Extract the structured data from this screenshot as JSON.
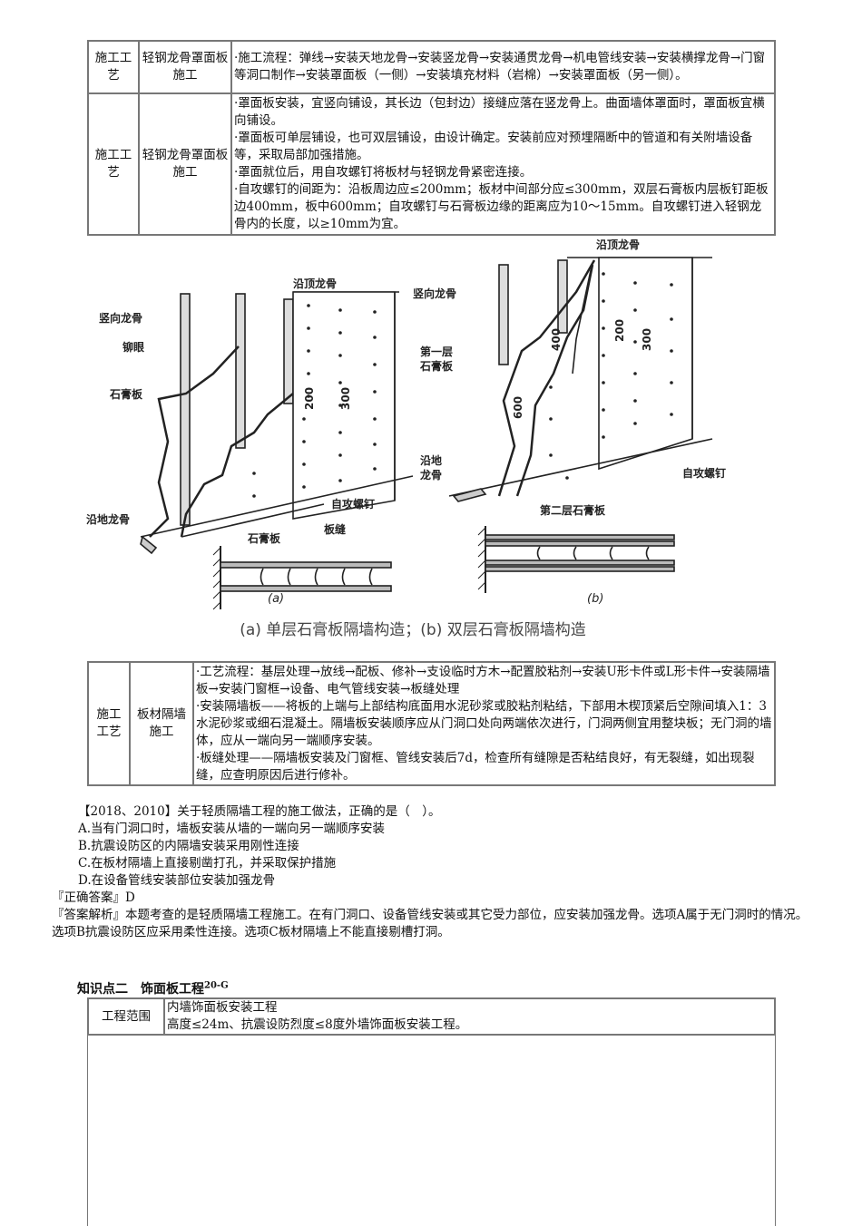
{
  "table1": {
    "rows": [
      {
        "category": "施工工艺",
        "item": "轻钢龙骨罩面板施工",
        "lines": [
          "·施工流程：弹线→安装天地龙骨→安装竖龙骨→安装通贯龙骨→机电管线安装→安装横撑龙骨→门窗等洞口制作→安装罩面板（一侧）→安装填充材料（岩棉）→安装罩面板（另一侧）。"
        ]
      },
      {
        "category": "施工工艺",
        "item": "轻钢龙骨罩面板施工",
        "lines": [
          "·罩面板安装，宜竖向铺设，其长边（包封边）接缝应落在竖龙骨上。曲面墙体罩面时，罩面板宜横向铺设。",
          "·罩面板可单层铺设，也可双层铺设，由设计确定。安装前应对预埋隔断中的管道和有关附墙设备等，采取局部加强措施。",
          "·罩面就位后，用自攻螺钉将板材与轻钢龙骨紧密连接。",
          "·自攻螺钉的间距为：沿板周边应≤200mm；板材中间部分应≤300mm，双层石膏板内层板钉距板边400mm，板中600mm；自攻螺钉与石膏板边缘的距离应为10～15mm。自攻螺钉进入轻钢龙骨内的长度，以≥10mm为宜。"
        ]
      }
    ]
  },
  "figure": {
    "panel_a": {
      "labels": [
        "竖向龙骨",
        "铆眼",
        "石膏板",
        "沿地龙骨",
        "沿顶龙骨",
        "自攻螺钉",
        "板缝",
        "石膏板"
      ],
      "dims": [
        "200",
        "300"
      ],
      "tag": "(a)"
    },
    "panel_b": {
      "labels": [
        "沿顶龙骨",
        "竖向龙骨",
        "第一层石膏板",
        "沿地龙骨",
        "自攻螺钉",
        "第二层石膏板"
      ],
      "label_lines": {
        "first_layer_1": "第一层",
        "first_layer_2": "石膏板",
        "ground_1": "沿地",
        "ground_2": "龙骨"
      },
      "dims": [
        "400",
        "200",
        "300",
        "600"
      ],
      "tag": "(b)"
    },
    "caption": "(a) 单层石膏板隔墙构造；(b) 双层石膏板隔墙构造"
  },
  "table2": {
    "category": "施工工艺",
    "item": "板材隔墙施工",
    "lines": [
      "·工艺流程：基层处理→放线→配板、修补→支设临时方木→配置胶粘剂→安装U形卡件或L形卡件→安装隔墙板→安装门窗框→设备、电气管线安装→板缝处理",
      "·安装隔墙板——将板的上端与上部结构底面用水泥砂浆或胶粘剂粘结，下部用木楔顶紧后空隙间填入1：3水泥砂浆或细石混凝土。隔墙板安装顺序应从门洞口处向两端依次进行，门洞两侧宜用整块板；无门洞的墙体，应从一端向另一端顺序安装。",
      "·板缝处理——隔墙板安装及门窗框、管线安装后7d，检查所有缝隙是否粘结良好，有无裂缝，如出现裂缝，应查明原因后进行修补。"
    ]
  },
  "question": {
    "stem": "【2018、2010】关于轻质隔墙工程的施工做法，正确的是（　）。",
    "options": [
      "A.当有门洞口时，墙板安装从墙的一端向另一端顺序安装",
      "B.抗震设防区的内隔墙安装采用刚性连接",
      "C.在板材隔墙上直接剔凿打孔，并采取保护措施",
      "D.在设备管线安装部位安装加强龙骨"
    ],
    "answer": "『正确答案』D",
    "analysis": "『答案解析』本题考查的是轻质隔墙工程施工。在有门洞口、设备管线安装或其它受力部位，应安装加强龙骨。选项A属于无门洞时的情况。选项B抗震设防区应采用柔性连接。选项C板材隔墙上不能直接剔槽打洞。"
  },
  "section": {
    "title": "知识点二　饰面板工程",
    "tag": "20-G"
  },
  "table3": {
    "label": "工程范围",
    "lines": [
      "内墙饰面板安装工程",
      "高度≤24m、抗震设防烈度≤8度外墙饰面板安装工程。"
    ]
  }
}
